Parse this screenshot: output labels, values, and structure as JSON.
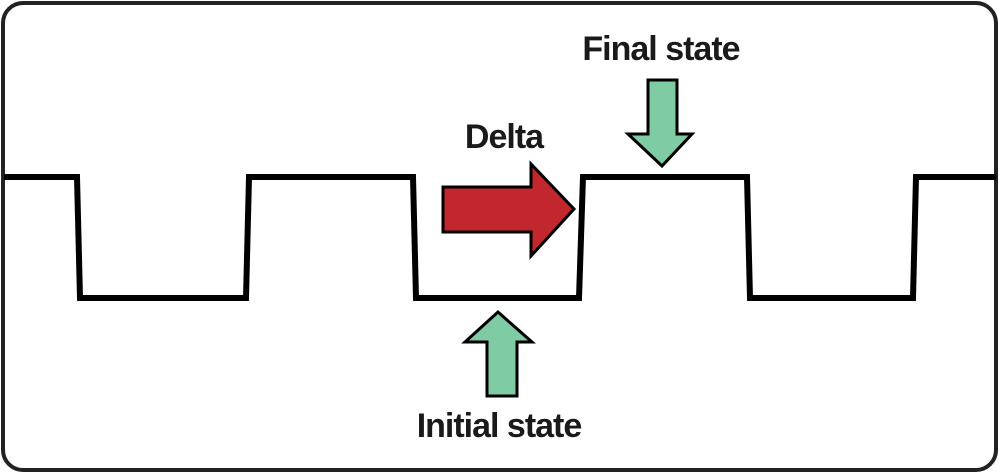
{
  "diagram": {
    "labels": {
      "delta": "Delta",
      "final_state": "Final state",
      "initial_state": "Initial state"
    },
    "colors": {
      "signal": "#000000",
      "delta_arrow": "#c1272d",
      "state_arrow": "#7fcba4",
      "border": "#222222"
    }
  }
}
